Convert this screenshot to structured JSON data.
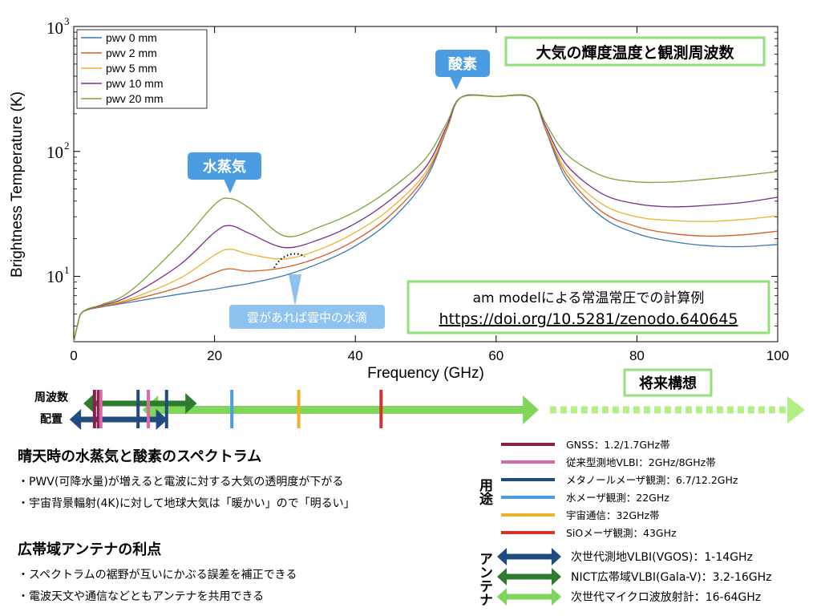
{
  "chart_data": {
    "type": "line",
    "yscale": "log",
    "xlabel": "Frequency (GHz)",
    "ylabel": "Brightness Temperature (K)",
    "xlim": [
      0,
      100
    ],
    "ylim": [
      3,
      1000
    ],
    "x_ticks": [
      0,
      20,
      40,
      60,
      80,
      100
    ],
    "y_tick_base": "10",
    "y_tick_exponents": [
      "1",
      "2",
      "3"
    ],
    "y_tick_values": [
      10,
      100,
      1000
    ],
    "legend_position": "top-left",
    "series": [
      {
        "name": "pwv 0 mm",
        "color": "#3b78b5",
        "x": [
          0,
          0.5,
          1,
          2,
          4,
          8,
          15,
          20,
          22.2,
          25,
          30,
          35,
          40,
          45,
          50,
          53,
          55,
          60,
          65,
          67,
          70,
          75,
          80,
          85,
          90,
          95,
          100
        ],
        "y": [
          3,
          4,
          5,
          5.4,
          5.7,
          6.2,
          7.2,
          7.9,
          8.3,
          8.8,
          10.2,
          12.8,
          17.5,
          28,
          60,
          150,
          270,
          275,
          270,
          150,
          60,
          30,
          22,
          19,
          17.6,
          17.3,
          18
        ]
      },
      {
        "name": "pwv 2 mm",
        "color": "#d45f27",
        "x": [
          0,
          0.5,
          1,
          2,
          4,
          8,
          15,
          20,
          22.2,
          25,
          30,
          35,
          40,
          45,
          50,
          53,
          55,
          60,
          65,
          67,
          70,
          75,
          80,
          85,
          90,
          95,
          100
        ],
        "y": [
          3,
          4,
          5,
          5.4,
          5.75,
          6.4,
          8.2,
          10.7,
          11.5,
          11,
          11.8,
          14.3,
          19.5,
          31,
          64,
          152,
          270,
          275,
          270,
          152,
          65,
          33,
          25,
          22,
          21,
          21.5,
          23
        ]
      },
      {
        "name": "pwv 5 mm",
        "color": "#ebb22e",
        "x": [
          0,
          0.5,
          1,
          2,
          4,
          8,
          15,
          20,
          22.2,
          25,
          30,
          35,
          40,
          45,
          50,
          53,
          55,
          60,
          65,
          67,
          70,
          75,
          80,
          85,
          90,
          95,
          100
        ],
        "y": [
          3,
          4,
          5,
          5.4,
          5.8,
          6.6,
          9.6,
          14.8,
          16.5,
          15,
          13.8,
          16.5,
          22.5,
          35,
          68,
          155,
          270,
          275,
          270,
          155,
          70,
          38,
          30,
          28,
          27.5,
          28.5,
          30.5
        ]
      },
      {
        "name": "pwv 10 mm",
        "color": "#7b2e8e",
        "x": [
          0,
          0.5,
          1,
          2,
          4,
          8,
          15,
          20,
          22.2,
          25,
          30,
          35,
          40,
          45,
          50,
          53,
          55,
          60,
          65,
          67,
          70,
          75,
          80,
          85,
          90,
          95,
          100
        ],
        "y": [
          3,
          4,
          5,
          5.45,
          5.85,
          7,
          12.3,
          22.5,
          25.5,
          22,
          17,
          19.8,
          26.5,
          41,
          75,
          160,
          270,
          275,
          270,
          160,
          78,
          46,
          38,
          36,
          37,
          39,
          43
        ]
      },
      {
        "name": "pwv 20 mm",
        "color": "#7aa33c",
        "x": [
          0,
          0.5,
          1,
          2,
          4,
          8,
          15,
          20,
          22.2,
          25,
          30,
          35,
          40,
          45,
          50,
          53,
          55,
          60,
          65,
          67,
          70,
          75,
          80,
          85,
          90,
          95,
          100
        ],
        "y": [
          3,
          4,
          5,
          5.5,
          5.95,
          7.6,
          18,
          37.5,
          42,
          35,
          21,
          25,
          33,
          50,
          88,
          170,
          270,
          275,
          270,
          170,
          95,
          64,
          57,
          57,
          60,
          64,
          69
        ]
      }
    ],
    "annotations": {
      "oxygen": "酸素",
      "water_vapor": "水蒸気",
      "cloud": "雲があれば雲中の水滴",
      "title_box": "大気の輝度温度と観測周波数",
      "model_line1": "am modelによる常温常圧での計算例",
      "model_line2": "https://doi.org/10.5281/zenodo.640645"
    }
  },
  "frequency_bar": {
    "label_line1": "周波数",
    "label_line2": "配置",
    "future_label": "将来構想",
    "arrow_blue_ghz": [
      1,
      14
    ],
    "arrow_darkgreen_ghz": [
      3.2,
      16
    ],
    "arrow_lightgreen_ghz": [
      16,
      64
    ],
    "future_arrow_ghz": [
      64,
      100
    ],
    "markers": [
      {
        "ghz": 1.2,
        "color": "#8a1f4e"
      },
      {
        "ghz": 1.7,
        "color": "#8a1f4e"
      },
      {
        "ghz": 2,
        "color": "#d96aa8"
      },
      {
        "ghz": 6.7,
        "color": "#1f4b7e"
      },
      {
        "ghz": 8,
        "color": "#d96aa8"
      },
      {
        "ghz": 10.3,
        "color": "#1f4b7e"
      },
      {
        "ghz": 22,
        "color": "#4a9de0"
      },
      {
        "ghz": 31.5,
        "color": "#ebb22e"
      },
      {
        "ghz": 43.2,
        "color": "#d8322b"
      }
    ]
  },
  "sections": [
    {
      "heading": "晴天時の水蒸気と酸素のスペクトラム",
      "bullets": [
        "・PWV(可降水量)が増えると電波に対する大気の透明度が下がる",
        "・宇宙背景輻射(4K)に対して地球大気は「暖かい」ので「明るい」"
      ]
    },
    {
      "heading": "広帯域アンテナの利点",
      "bullets": [
        "・スペクトラムの裾野が互いにかぶる誤差を補正できる",
        "・電波天文や通信などともアンテナを共用できる"
      ]
    }
  ],
  "usage_legend": {
    "label": "用途",
    "items": [
      {
        "text": "GNSS：1.2/1.7GHz帯",
        "color": "#8a1f4e"
      },
      {
        "text": "従来型測地VLBI：2GHz/8GHz帯",
        "color": "#d96aa8"
      },
      {
        "text": "メタノールメーザ観測：6.7/12.2GHz",
        "color": "#1f4b7e"
      },
      {
        "text": "水メーザ観測：22GHz",
        "color": "#4a9de0"
      },
      {
        "text": "宇宙通信：32GHz帯",
        "color": "#ebb22e"
      },
      {
        "text": "SiOメーザ観測：43GHz",
        "color": "#d8322b"
      }
    ]
  },
  "antenna_legend": {
    "label": "アンテナ",
    "items": [
      {
        "text": "次世代測地VLBI(VGOS)：1-14GHz",
        "color": "#1f4b7e"
      },
      {
        "text": "NICT広帯域VLBI(Gala-V)：3.2-16GHz",
        "color": "#2e7a2e"
      },
      {
        "text": "次世代マイクロ波放射計：16-64GHz",
        "color": "#7fd65a"
      }
    ]
  }
}
